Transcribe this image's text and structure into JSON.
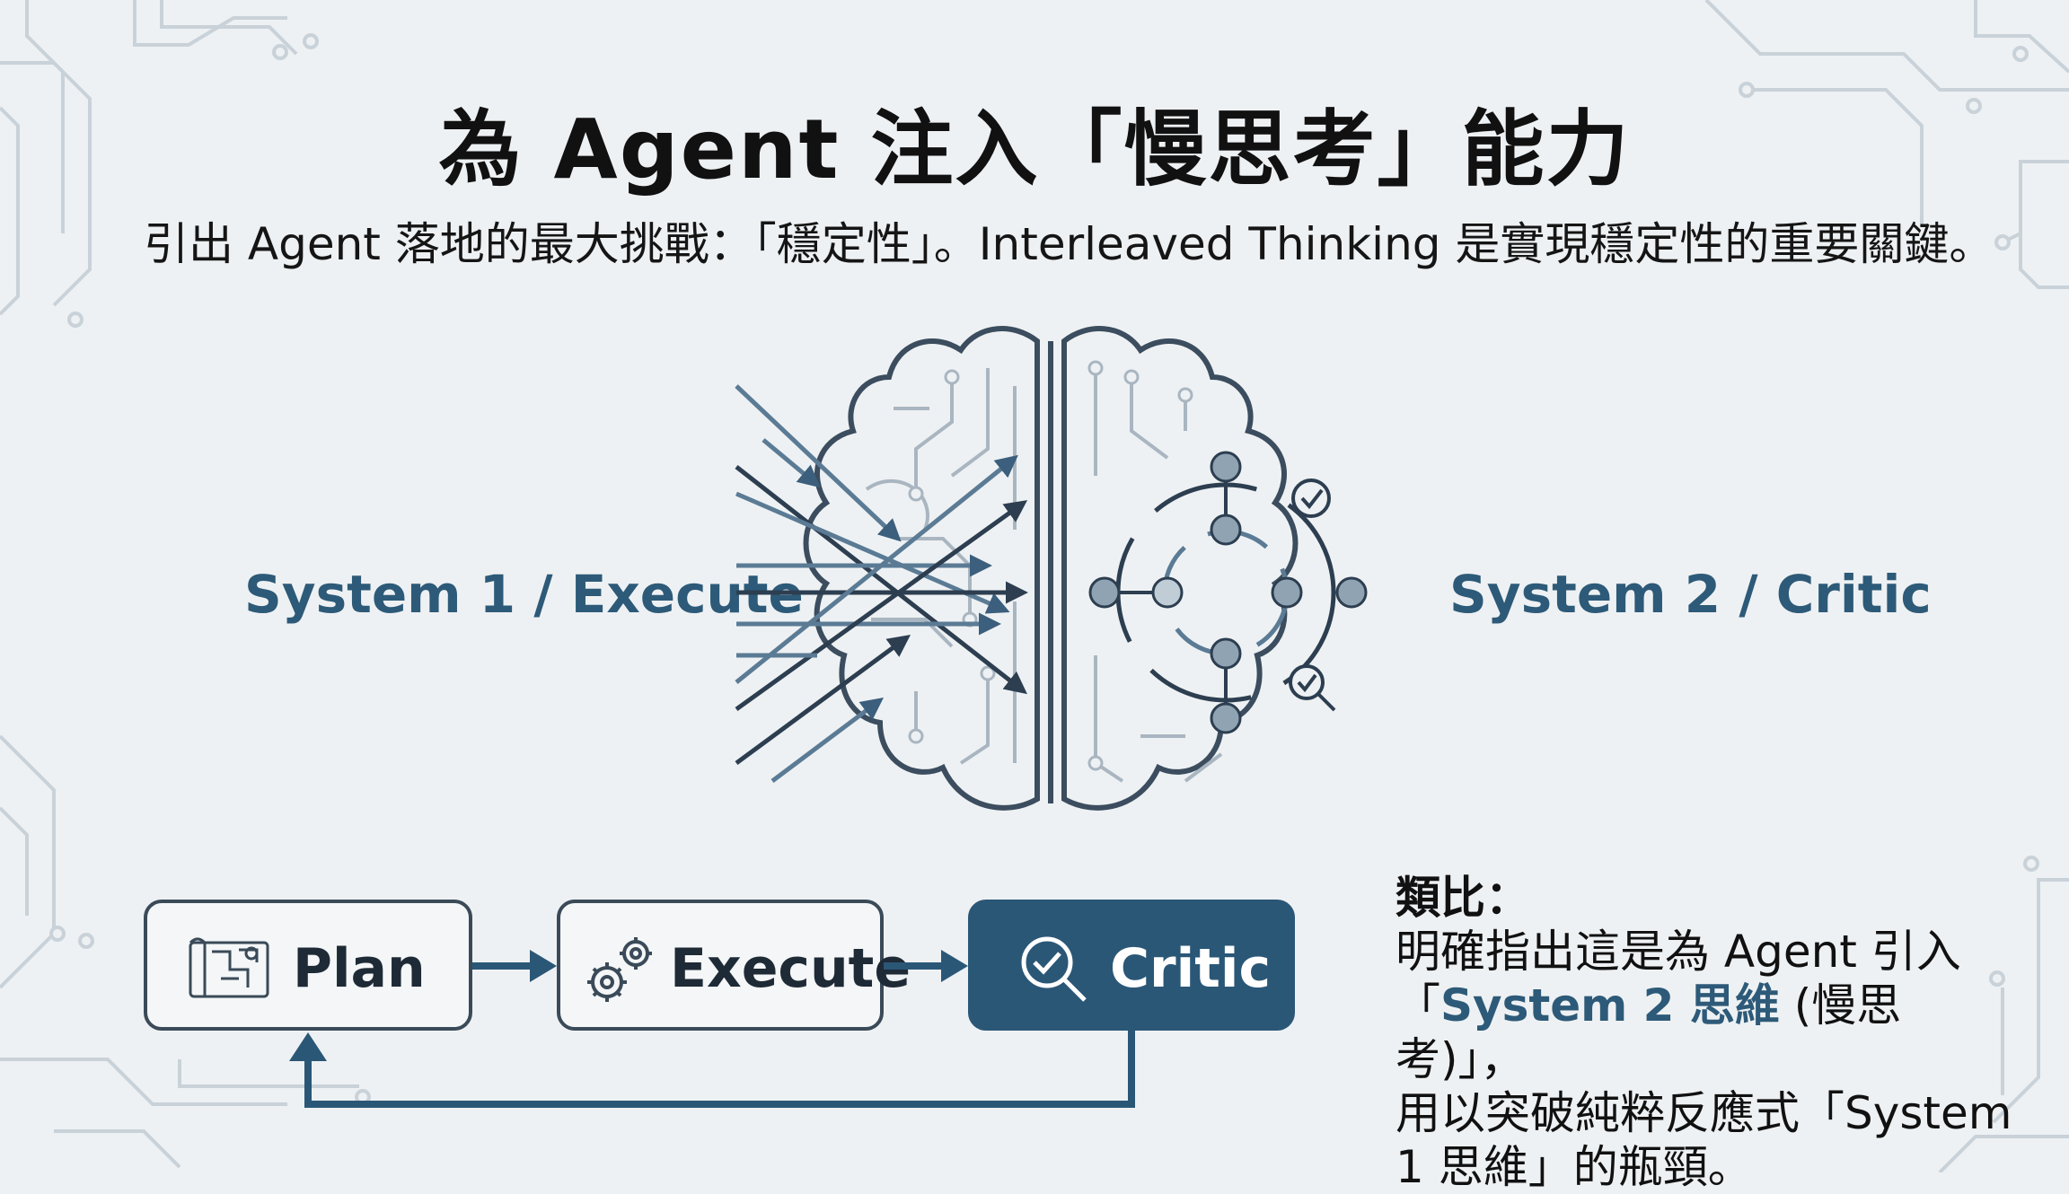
{
  "title": "為 Agent 注入「慢思考」能力",
  "subtitle": "引出 Agent 落地的最大挑戰：「穩定性」。Interleaved Thinking 是實現穩定性的重要關鍵。",
  "diagram": {
    "left_label": "System 1 / Execute",
    "right_label": "System 2 / Critic",
    "flow": [
      {
        "label": "Plan",
        "icon": "blueprint-map-icon"
      },
      {
        "label": "Execute",
        "icon": "gears-icon"
      },
      {
        "label": "Critic",
        "icon": "magnifier-check-icon"
      }
    ]
  },
  "note": {
    "heading": "類比：",
    "line1": "明確指出這是為 Agent 引入",
    "line2_open": "「",
    "line2_highlight": "System 2 思維",
    "line2_rest": " (慢思考)」，",
    "line3": "用以突破純粹反應式「System",
    "line4": "1 思維」的瓶頸。"
  },
  "colors": {
    "accent": "#2d5a78",
    "critic_box": "#2b5777",
    "background": "#eef1f3",
    "line": "#3a4a58"
  }
}
